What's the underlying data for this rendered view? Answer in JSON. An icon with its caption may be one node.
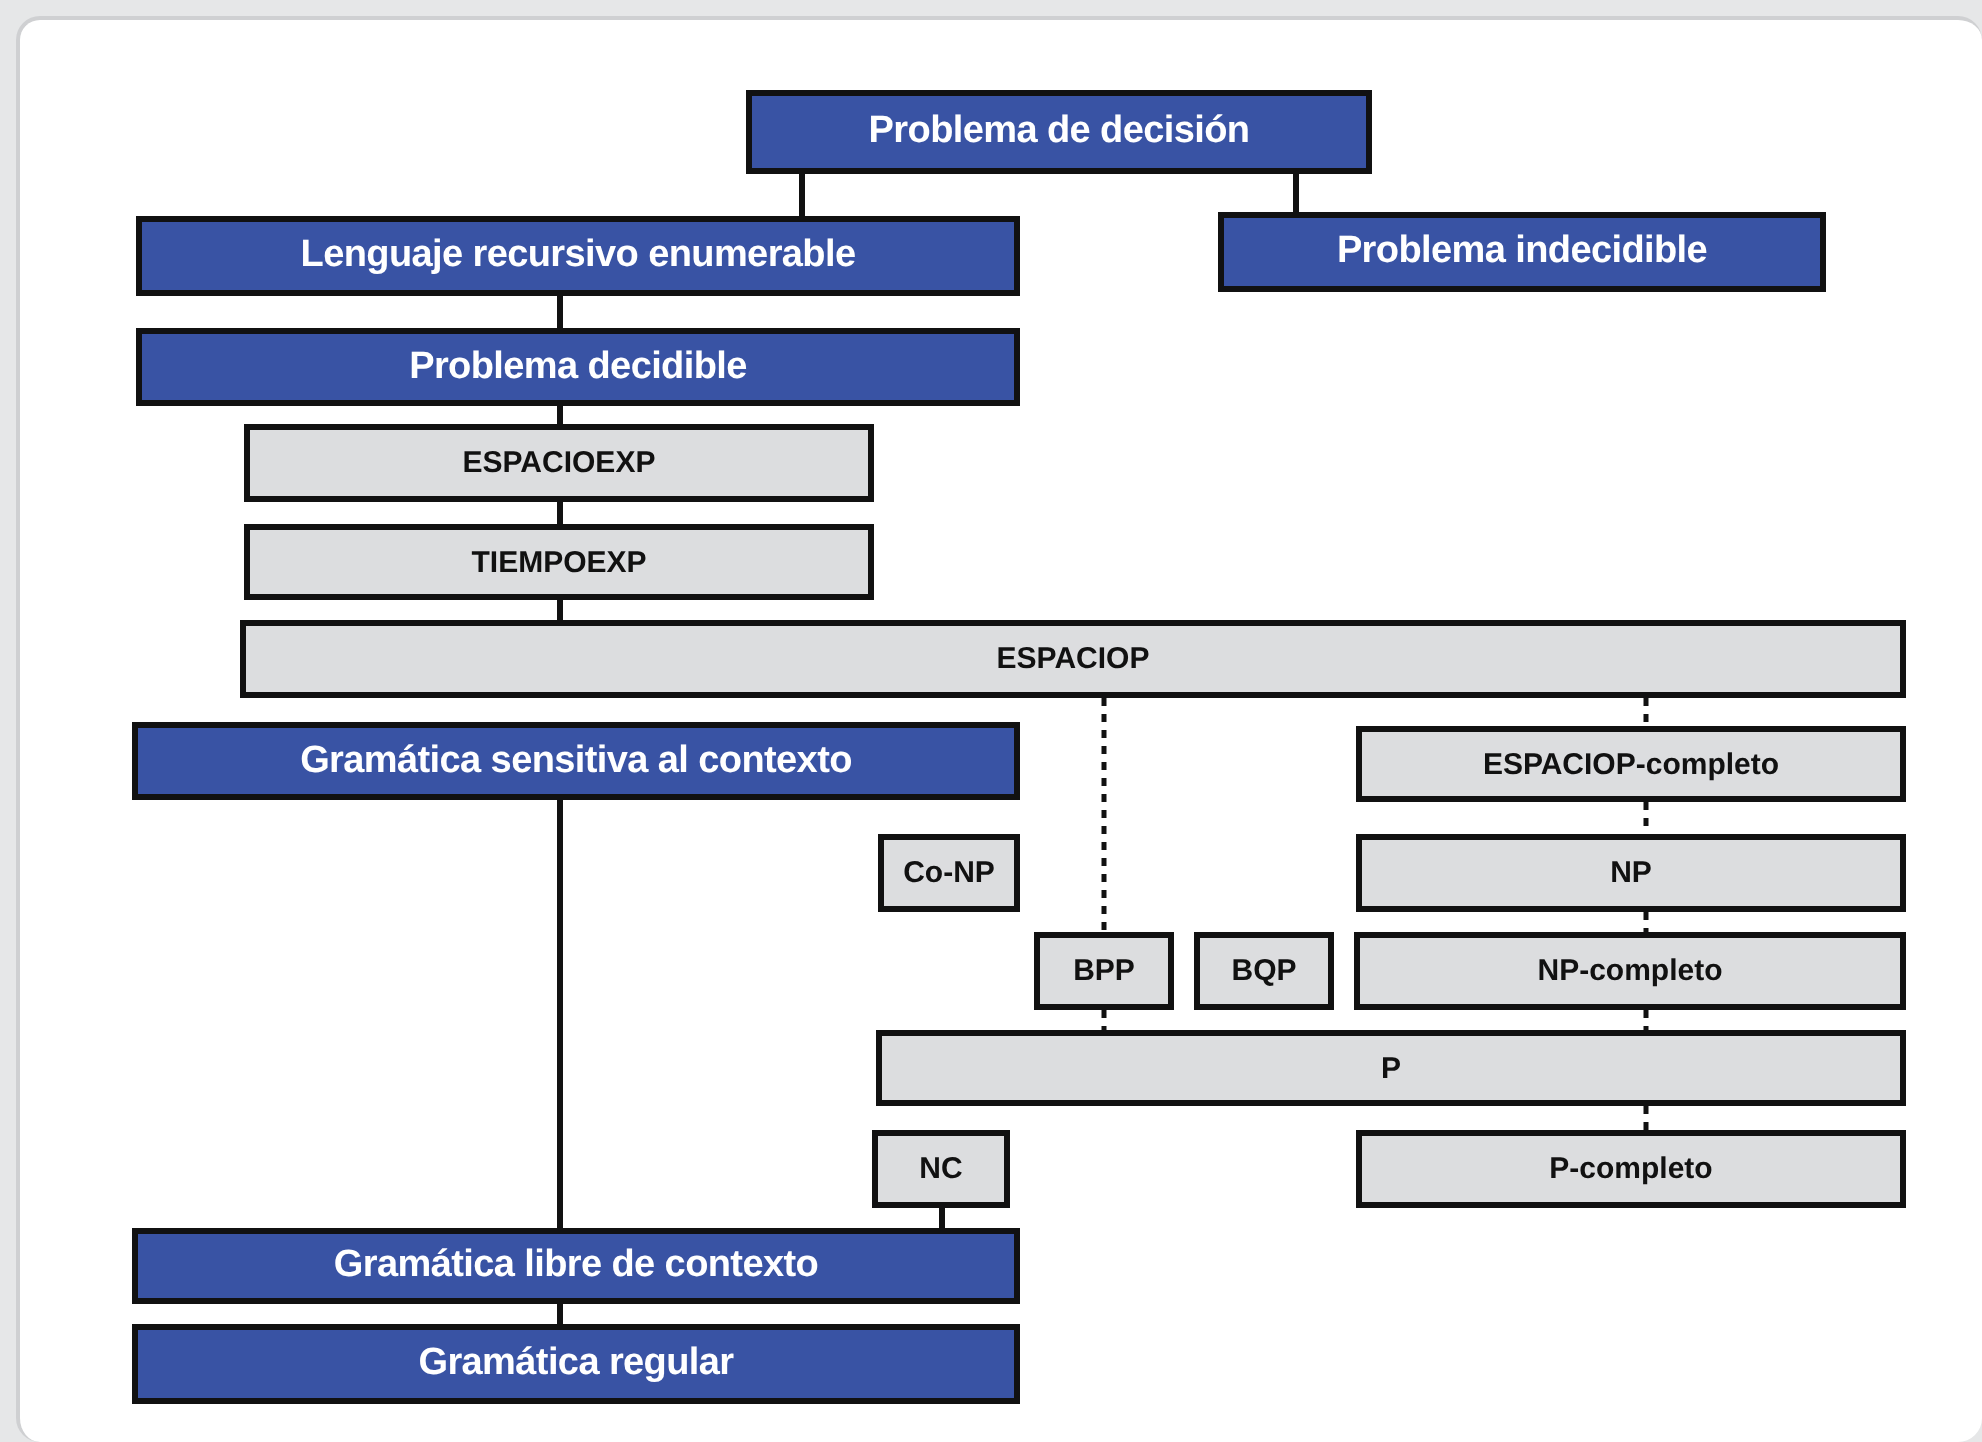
{
  "diagram": {
    "nodes": [
      {
        "text": [
          "Problema de decisión"
        ]
      },
      {
        "text": [
          "Lenguaje recursivo enumerable"
        ]
      },
      {
        "text": [
          "Problema indecidible"
        ]
      },
      {
        "text": [
          "Problema decidible"
        ]
      },
      {
        "text": [
          "ESPACIOEXP"
        ]
      },
      {
        "text": [
          "TIEMPOEXP"
        ]
      },
      {
        "text": [
          "ESPACIOP"
        ]
      },
      {
        "text": [
          "Gramática sensitiva al contexto"
        ]
      },
      {
        "text": [
          "ESPACIOP-completo"
        ]
      },
      {
        "text": [
          "Co-NP"
        ]
      },
      {
        "text": [
          "NP"
        ]
      },
      {
        "text": [
          "BPP"
        ]
      },
      {
        "text": [
          "BQP"
        ]
      },
      {
        "text": [
          "NP-completo"
        ]
      },
      {
        "text": [
          "P"
        ]
      },
      {
        "text": [
          "NC"
        ]
      },
      {
        "text": [
          "P-completo"
        ]
      },
      {
        "text": [
          "Gramática libre de contexto"
        ]
      },
      {
        "text": [
          "Gramática regular"
        ]
      }
    ],
    "edges": [
      {
        "from": 0,
        "to": 1,
        "arrow": "none"
      },
      {
        "from": 0,
        "to": 2,
        "arrow": "none"
      },
      {
        "from": 1,
        "to": 3,
        "arrow": "none"
      },
      {
        "from": 3,
        "to": 4,
        "arrow": "none"
      },
      {
        "from": 4,
        "to": 5,
        "arrow": "none"
      },
      {
        "from": 5,
        "to": 6,
        "arrow": "none"
      },
      {
        "from": 6,
        "to": 11,
        "arrow": "none",
        "style": "dashed"
      },
      {
        "from": 11,
        "to": 14,
        "arrow": "none",
        "style": "dashed"
      },
      {
        "from": 6,
        "to": 8,
        "arrow": "none",
        "style": "dashed"
      },
      {
        "from": 8,
        "to": 10,
        "arrow": "none",
        "style": "dashed"
      },
      {
        "from": 10,
        "to": 13,
        "arrow": "none",
        "style": "dashed"
      },
      {
        "from": 13,
        "to": 14,
        "arrow": "none",
        "style": "dashed"
      },
      {
        "from": 14,
        "to": 16,
        "arrow": "none",
        "style": "dashed"
      },
      {
        "from": 7,
        "to": 17,
        "arrow": "none"
      },
      {
        "from": 15,
        "to": 17,
        "arrow": "none"
      },
      {
        "from": 17,
        "to": 18,
        "arrow": "none"
      }
    ]
  }
}
